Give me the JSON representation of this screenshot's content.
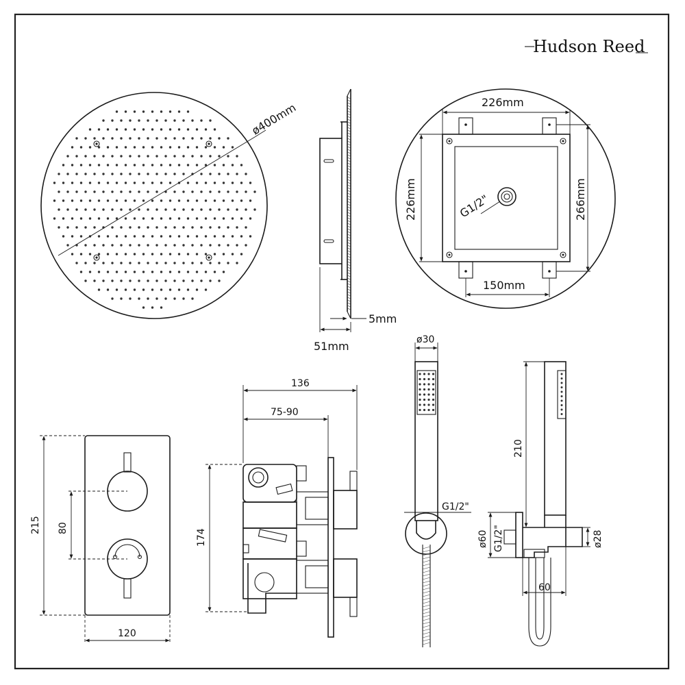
{
  "brand": {
    "name": "Hudson Reed"
  },
  "shower_head": {
    "diameter_label": "ø400mm"
  },
  "shower_head_side": {
    "depth_label": "51mm",
    "plate_label": "5mm"
  },
  "mount_plate": {
    "top_width_label": "226mm",
    "left_height_label": "226mm",
    "right_height_label": "266mm",
    "bottom_width_label": "150mm",
    "thread_label": "G1/2\""
  },
  "valve_front": {
    "height_label": "215",
    "handle_spacing_label": "80",
    "width_label": "120"
  },
  "valve_side": {
    "depth_total_label": "136",
    "depth_adjust_label": "75-90",
    "height_label": "174"
  },
  "hand_shower_front": {
    "diameter_label": "ø30",
    "thread_label": "G1/2\""
  },
  "hand_shower_side": {
    "length_label": "210",
    "bracket_diameter_label": "ø60",
    "thread_label": "G1/2\"",
    "outlet_diameter_label": "ø28",
    "projection_label": "60"
  }
}
